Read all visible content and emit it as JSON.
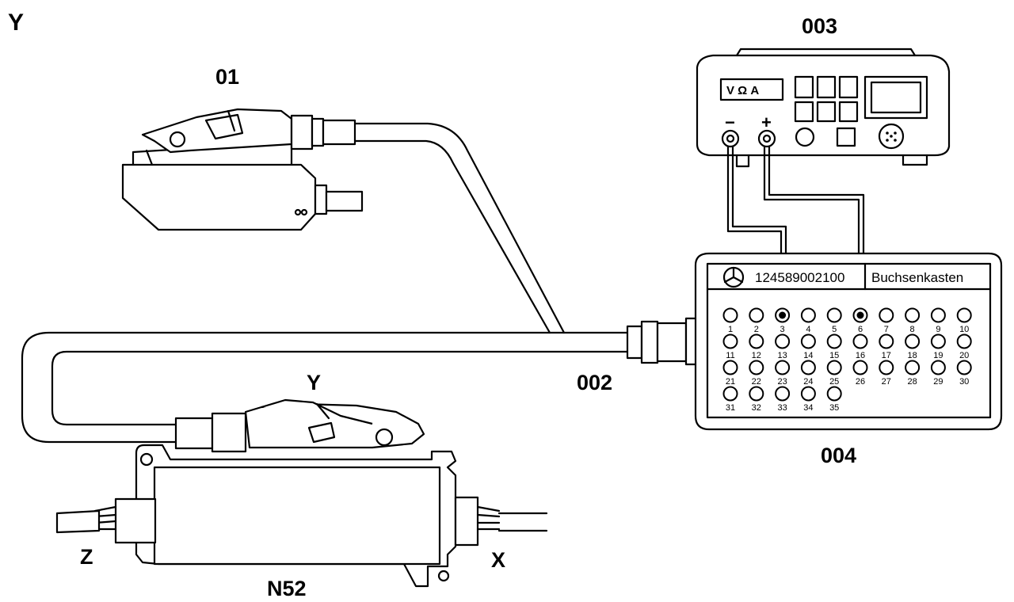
{
  "labels": {
    "corner": "Y",
    "connector_01": "01",
    "tester_003": "003",
    "cable_002": "002",
    "box_004": "004",
    "plug_y": "Y",
    "module_n52": "N52",
    "side_z": "Z",
    "side_x": "X"
  },
  "multimeter": {
    "display": "V Ω A",
    "minus": "−",
    "plus": "+"
  },
  "socket_box": {
    "part_number": "124589002100",
    "name": "Buchsenkasten",
    "pins": [
      "1",
      "2",
      "3",
      "4",
      "5",
      "6",
      "7",
      "8",
      "9",
      "10",
      "11",
      "12",
      "13",
      "14",
      "15",
      "16",
      "17",
      "18",
      "19",
      "20",
      "21",
      "22",
      "23",
      "24",
      "25",
      "26",
      "27",
      "28",
      "29",
      "30",
      "31",
      "32",
      "33",
      "34",
      "35"
    ],
    "active_pins": [
      "3",
      "6"
    ]
  }
}
